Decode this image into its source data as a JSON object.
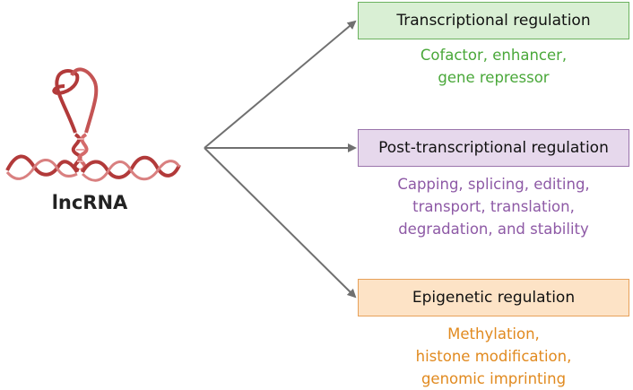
{
  "source": {
    "label": "lncRNA",
    "icon": "rna-helix-icon"
  },
  "targets": [
    {
      "title": "Transcriptional regulation",
      "lines": [
        "Cofactor, enhancer,",
        "gene repressor"
      ],
      "fill": "#d9efd4",
      "border": "#6cb25f",
      "text_color": "#4aa83a"
    },
    {
      "title": "Post-transcriptional regulation",
      "lines": [
        "Capping, splicing, editing,",
        "transport, translation,",
        "degradation, and stability"
      ],
      "fill": "#e6d8ec",
      "border": "#9a74ac",
      "text_color": "#8e5aa6"
    },
    {
      "title": "Epigenetic regulation",
      "lines": [
        "Methylation,",
        "histone modification,",
        "genomic imprinting"
      ],
      "fill": "#fde3c6",
      "border": "#e7a15a",
      "text_color": "#e18a1f"
    }
  ],
  "arrow_color": "#707070"
}
